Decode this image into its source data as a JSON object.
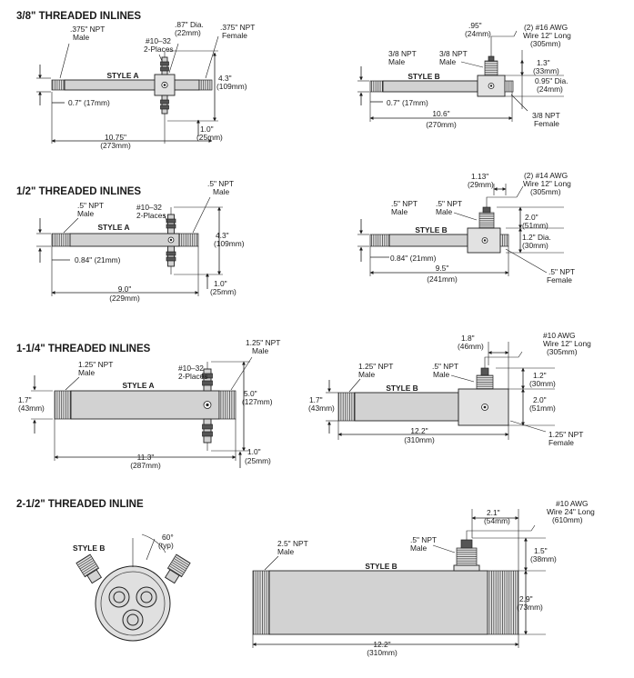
{
  "sections": {
    "s1": {
      "title": "3/8\" THREADED INLINES",
      "a": {
        "style": "STYLE A",
        "male": ".375\" NPT\nMale",
        "dia": ".87\" Dia.\n(22mm)",
        "terminal": "#10–32\n2-Places",
        "female": ".375\" NPT\nFemale",
        "height": "4.3\"\n(109mm)",
        "thread": "0.7\" (17mm)",
        "offset": "1.0\"\n(25mm)",
        "length": "10.75\"\n(273mm)"
      },
      "b": {
        "style": "STYLE B",
        "male": "3/8 NPT\nMale",
        "male2": "3/8 NPT\nMale",
        "width": ".95\"\n(24mm)",
        "wire": "(2) #16 AWG\nWire 12\" Long\n(305mm)",
        "height": "1.3\"\n(33mm)",
        "dia": "0.95\" Dia.\n(24mm)",
        "thread": "0.7\" (17mm)",
        "length": "10.6\"\n(270mm)",
        "female": "3/8 NPT\nFemale"
      }
    },
    "s2": {
      "title": "1/2\" THREADED INLINES",
      "a": {
        "style": "STYLE A",
        "male": ".5\" NPT\nMale",
        "terminal": "#10–32\n2-Places",
        "male2": ".5\" NPT\nMale",
        "height": "4.3\"\n(109mm)",
        "thread": "0.84\" (21mm)",
        "offset": "1.0\"\n(25mm)",
        "length": "9.0\"\n(229mm)"
      },
      "b": {
        "style": "STYLE B",
        "male": ".5\" NPT\nMale",
        "male2": ".5\" NPT\nMale",
        "width": "1.13\"\n(29mm)",
        "wire": "(2) #14 AWG\nWire 12\" Long\n(305mm)",
        "height": "2.0\"\n(51mm)",
        "dia": "1.2\" Dia.\n(30mm)",
        "thread": "0.84\" (21mm)",
        "length": "9.5\"\n(241mm)",
        "female": ".5\" NPT\nFemale"
      }
    },
    "s3": {
      "title": "1-1/4\" THREADED INLINES",
      "a": {
        "style": "STYLE A",
        "male": "1.25\" NPT\nMale",
        "terminal": "#10–32\n2-Places",
        "male2": "1.25\" NPT\nMale",
        "dia": "1.7\"\n(43mm)",
        "height": "5.0\"\n(127mm)",
        "length": "11.3\"\n(287mm)",
        "offset": "1.0\"\n(25mm)"
      },
      "b": {
        "style": "STYLE B",
        "male": "1.25\" NPT\nMale",
        "male2": ".5\" NPT\nMale",
        "dia": "1.7\"\n(43mm)",
        "width": "1.8\"\n(46mm)",
        "wire": "#10 AWG\nWire 12\" Long\n(305mm)",
        "height": "1.2\"\n(30mm)",
        "height2": "2.0\"\n(51mm)",
        "length": "12.2\"\n(310mm)",
        "female": "1.25\" NPT\nFemale"
      }
    },
    "s4": {
      "title": "2-1/2\" THREADED INLINE",
      "end": {
        "style": "STYLE B",
        "angle": "60°\n(typ)"
      },
      "side": {
        "style": "STYLE B",
        "male": "2.5\" NPT\nMale",
        "male2": ".5\" NPT\nMale",
        "width": "2.1\"\n(54mm)",
        "wire": "#10 AWG\nWire 24\" Long\n(610mm)",
        "height": "1.5\"\n(38mm)",
        "height2": "2.9\"\n(73mm)",
        "length": "12.2\"\n(310mm)"
      }
    }
  }
}
